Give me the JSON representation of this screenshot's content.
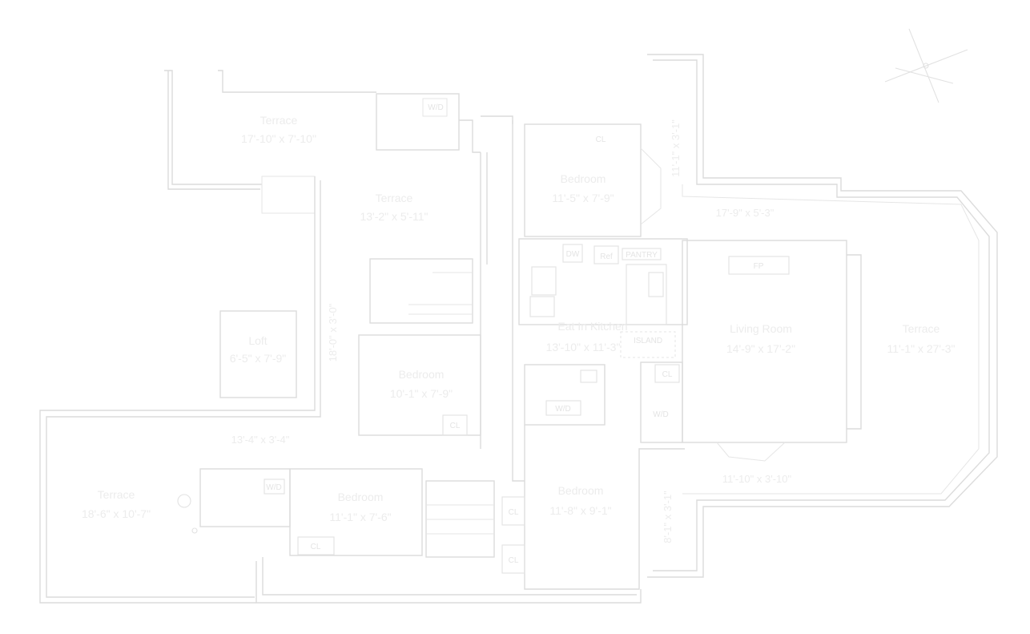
{
  "rooms": [
    {
      "id": "terrace-nw",
      "name": "Terrace",
      "size": "17'-10\" x 7'-10\""
    },
    {
      "id": "terrace-mid",
      "name": "Terrace",
      "size": "13'-2\" x 5'-11\""
    },
    {
      "id": "bedroom-north",
      "name": "Bedroom",
      "size": "11'-5\" x 7'-9\""
    },
    {
      "id": "loft",
      "name": "Loft",
      "size": "6'-5\" x 7'-9\""
    },
    {
      "id": "bedroom-center",
      "name": "Bedroom",
      "size": "10'-1\" x 7'-9\""
    },
    {
      "id": "eat-in-kitchen",
      "name": "Eat In Kitchen",
      "size": "13'-10\" x 11'-3\""
    },
    {
      "id": "living-room",
      "name": "Living Room",
      "size": "14'-9\" x 17'-2\""
    },
    {
      "id": "terrace-east",
      "name": "Terrace",
      "size": "11'-1\" x 27'-3\""
    },
    {
      "id": "terrace-sw",
      "name": "Terrace",
      "size": "18'-6\" x 10'-7\""
    },
    {
      "id": "bedroom-sw",
      "name": "Bedroom",
      "size": "11'-1\" x 7'-6\""
    },
    {
      "id": "bedroom-south",
      "name": "Bedroom",
      "size": "11'-8\" x 9'-1\""
    }
  ],
  "dimensions": {
    "north_strip": "17'-9\" x 5'-3\"",
    "mid_west_strip": "13'-4\" x 3'-4\"",
    "south_strip": "11'-10\" x 3'-10\"",
    "vertical_loft": "18'-0\" x 3'-0\"",
    "vertical_ne": "11'-1\" x 3'-1\"",
    "vertical_se": "8'-1\" x 3'-1\""
  },
  "fixtures": {
    "closet": "CL",
    "washer_dryer": "W/D",
    "refrigerator": "Ref",
    "dishwasher": "DW",
    "pantry": "PANTRY",
    "fireplace": "FP",
    "island": "ISLAND"
  }
}
